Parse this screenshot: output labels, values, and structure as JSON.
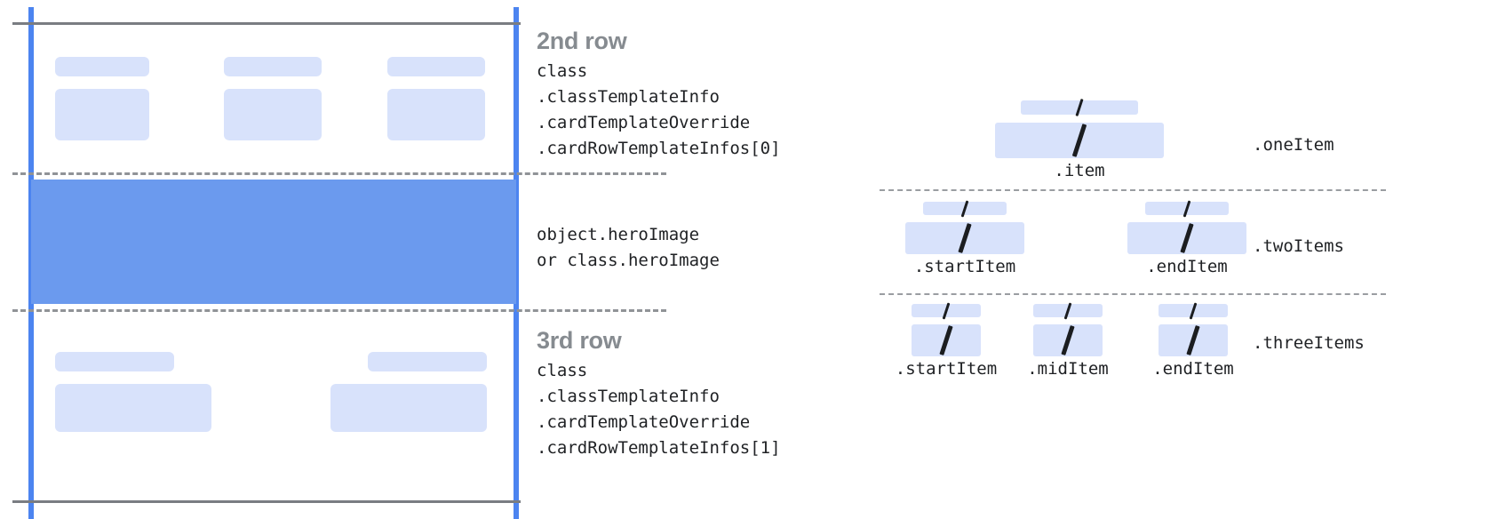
{
  "card": {
    "rows": [
      {
        "id": "second-row",
        "title": "2nd row",
        "code": "class\n.classTemplateInfo\n.cardTemplateOverride\n.cardRowTemplateInfos[0]",
        "columns": 3
      },
      {
        "id": "hero-row",
        "title": "",
        "code": "object.heroImage\nor class.heroImage",
        "columns": 0
      },
      {
        "id": "third-row",
        "title": "3rd row",
        "code": "class\n.classTemplateInfo\n.cardTemplateOverride\n.cardRowTemplateInfos[1]",
        "columns": 2
      }
    ]
  },
  "item_layouts": [
    {
      "id": "one-item",
      "group_label": ".oneItem",
      "items": [
        {
          "label": ".item"
        }
      ]
    },
    {
      "id": "two-items",
      "group_label": ".twoItems",
      "items": [
        {
          "label": ".startItem"
        },
        {
          "label": ".endItem"
        }
      ]
    },
    {
      "id": "three-items",
      "group_label": ".threeItems",
      "items": [
        {
          "label": ".startItem"
        },
        {
          "label": ".midItem"
        },
        {
          "label": ".endItem"
        }
      ]
    }
  ],
  "colors": {
    "placeholder_block": "#d8e2fb",
    "hero_image": "#6b9aee",
    "rail_blue": "#4c84f0",
    "border_gray": "#7a7d82",
    "dashed_gray": "#909397",
    "title_gray": "#868b90",
    "code_text": "#1f2124",
    "slash_mark": "#1b1d20"
  }
}
